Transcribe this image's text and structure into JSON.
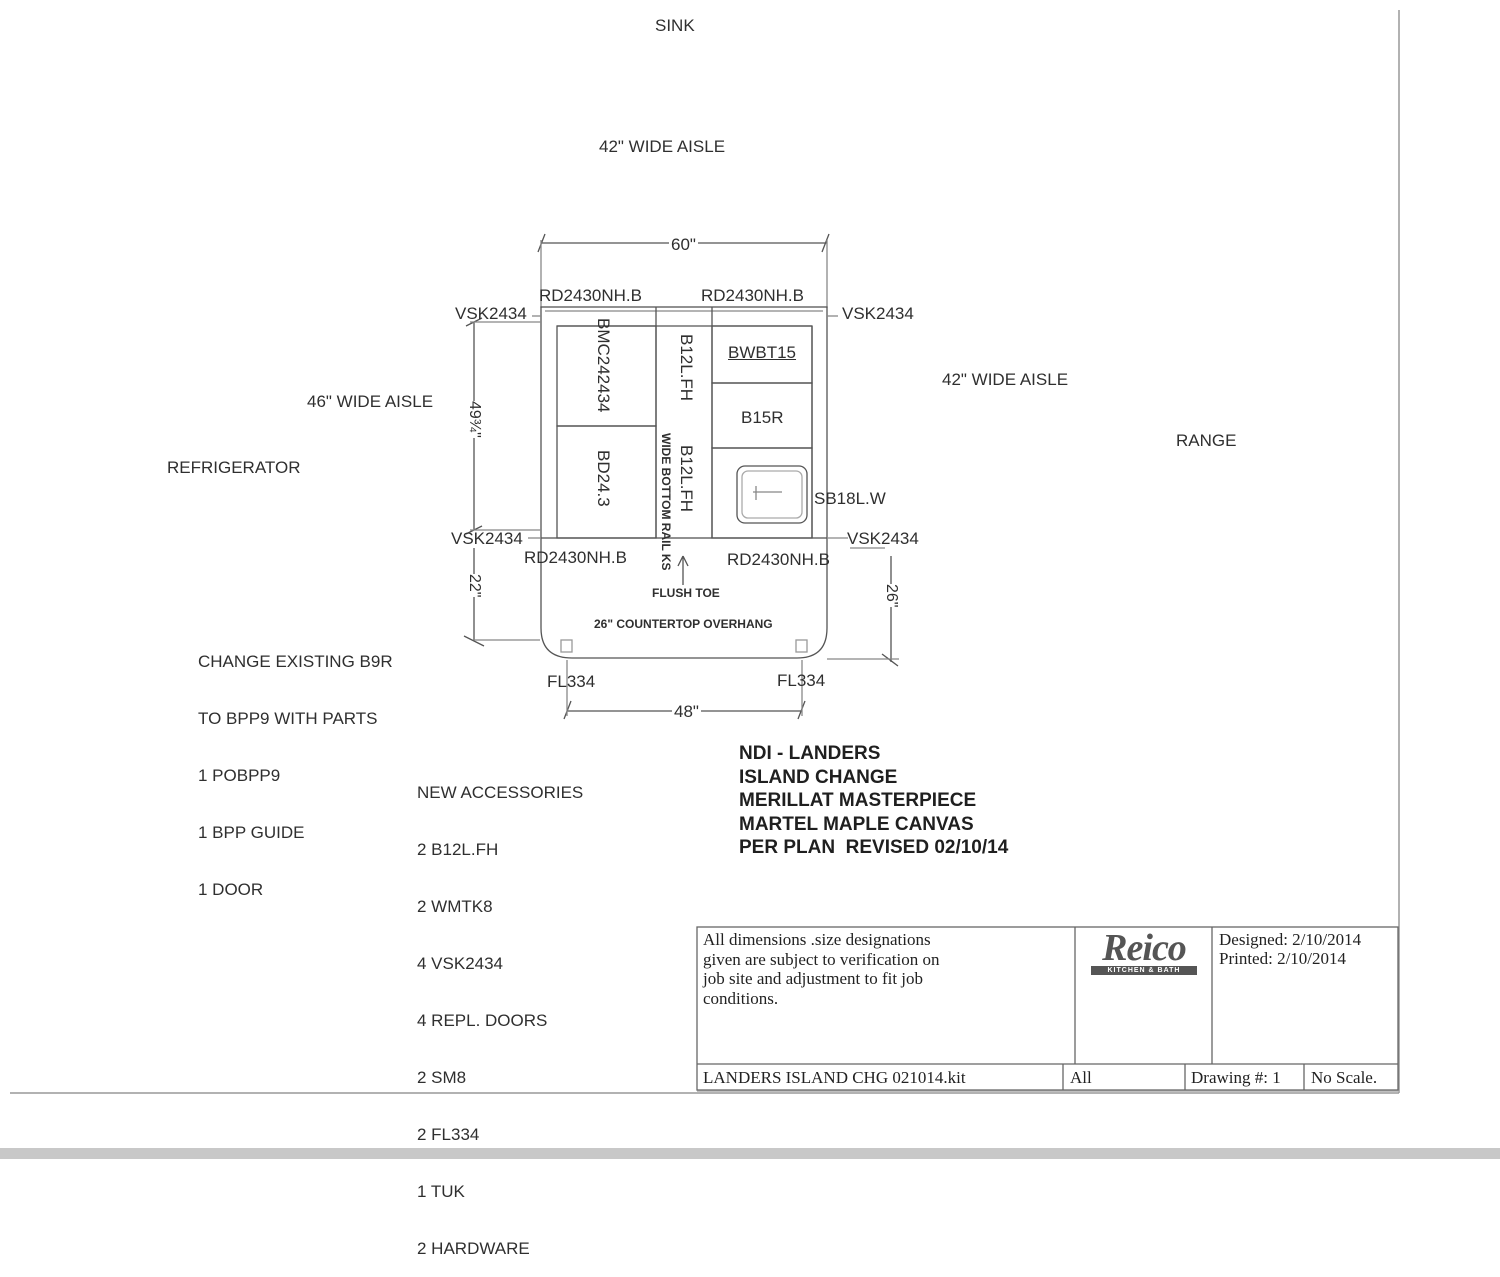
{
  "room": {
    "sink": "SINK",
    "aisle_top": "42\" WIDE AISLE",
    "aisle_left": "46\" WIDE AISLE",
    "aisle_right": "42\" WIDE AISLE",
    "refrigerator": "REFRIGERATOR",
    "range": "RANGE"
  },
  "dimensions": {
    "top_width": "60\"",
    "bottom_width": "48\"",
    "left_depth": "49¾\"",
    "left_overhang": "22\"",
    "right_overhang": "26\""
  },
  "cabinets": {
    "rd_top_left": "RD2430NH.B",
    "rd_top_right": "RD2430NH.B",
    "rd_bottom_left": "RD2430NH.B",
    "rd_bottom_right": "RD2430NH.B",
    "vsk_top_left": "VSK2434",
    "vsk_top_right": "VSK2434",
    "vsk_bottom_left": "VSK2434",
    "vsk_bottom_right": "VSK2434",
    "bmc": "BMC242434",
    "b12_top": "B12L.FH",
    "b12_bottom": "B12L.FH",
    "bwbt": "BWBT15",
    "b15r": "B15R",
    "bd": "BD24.3",
    "sb": "SB18L.W",
    "rail": "WIDE BOTTOM RAIL KS",
    "flush_toe": "FLUSH TOE",
    "overhang": "26\" COUNTERTOP OVERHANG",
    "fl_left": "FL334",
    "fl_right": "FL334"
  },
  "change_note": [
    "CHANGE EXISTING B9R",
    "TO BPP9 WITH PARTS",
    "1 POBPP9",
    "1 BPP GUIDE",
    "1 DOOR"
  ],
  "accessories": [
    "NEW ACCESSORIES",
    "2 B12L.FH",
    "2 WMTK8",
    "4 VSK2434",
    "4 REPL. DOORS",
    "2 SM8",
    "2 FL334",
    "1 TUK",
    "2 HARDWARE"
  ],
  "project": [
    "NDI - LANDERS",
    "ISLAND CHANGE",
    "MERILLAT MASTERPIECE",
    "MARTEL MAPLE CANVAS",
    "PER PLAN  REVISED 02/10/14"
  ],
  "title_block": {
    "disclaimer": [
      "All dimensions .size designations",
      "given are subject to verification on",
      "job site and adjustment to fit job",
      "conditions."
    ],
    "logo_word": "Reico",
    "logo_sub": "KITCHEN & BATH",
    "designed": "Designed: 2/10/2014",
    "printed": "Printed: 2/10/2014",
    "file": "LANDERS ISLAND CHG 021014.kit",
    "view": "All",
    "drawing": "Drawing #: 1",
    "scale": "No Scale."
  }
}
